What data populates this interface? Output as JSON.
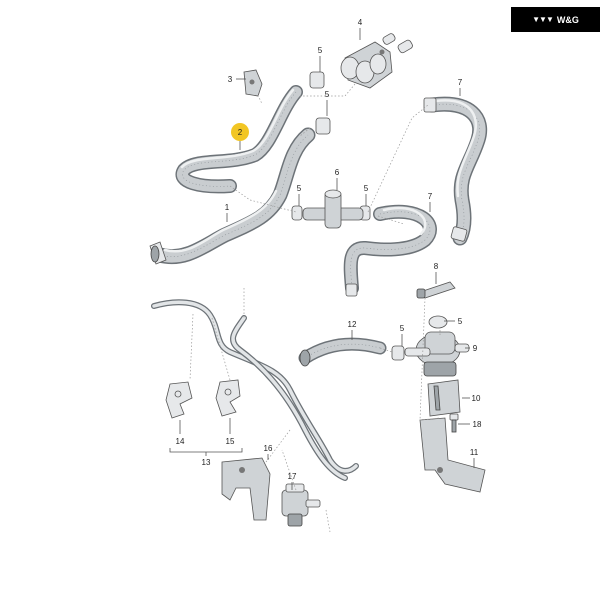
{
  "brand": {
    "logo_text": "W&G",
    "logo_mark": "▼▼▼"
  },
  "highlight_color": "#f2c624",
  "callouts": {
    "c1": "1",
    "c2": "2",
    "c3": "3",
    "c4": "4",
    "c5a": "5",
    "c5b": "5",
    "c5c": "5",
    "c5d": "5",
    "c5e": "5",
    "c5f": "5",
    "c6": "6",
    "c7a": "7",
    "c7b": "7",
    "c8": "8",
    "c9": "9",
    "c10": "10",
    "c11": "11",
    "c12": "12",
    "c13": "13",
    "c14": "14",
    "c15": "15",
    "c16": "16",
    "c17": "17",
    "c18": "18"
  }
}
